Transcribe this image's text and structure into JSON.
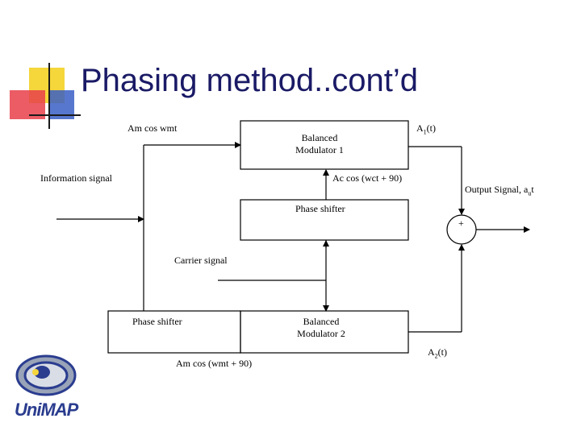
{
  "slide": {
    "title": "Phasing method..cont’d"
  },
  "labels": {
    "am_cos": "Am cos wmt",
    "a1": "A",
    "a1_sub": "1",
    "a1_tail": "(t)",
    "balanced_mod1_line1": "Balanced",
    "balanced_mod1_line2": "Modulator 1",
    "information_signal": "Information signal",
    "ac_cos": "Ac cos (wct + 90)",
    "output_signal": "Output Signal, a",
    "output_sub": "u",
    "output_tail": "t",
    "phase_shifter_top": "Phase shifter",
    "summer_symbol": "+",
    "carrier_signal": "Carrier signal",
    "phase_shifter_bottom": "Phase shifter",
    "balanced_mod2_line1": "Balanced",
    "balanced_mod2_line2": "Modulator 2",
    "am_cos_90": "Am cos (wmt + 90)",
    "a2": "A",
    "a2_sub": "2",
    "a2_tail": "(t)"
  },
  "logo": {
    "text": "UniMAP"
  },
  "colors": {
    "title": "#1a1a66",
    "deco_yellow": "#f5d63b",
    "deco_red": "#e8404a",
    "deco_blue": "#3a5fc6",
    "line": "#000000"
  }
}
